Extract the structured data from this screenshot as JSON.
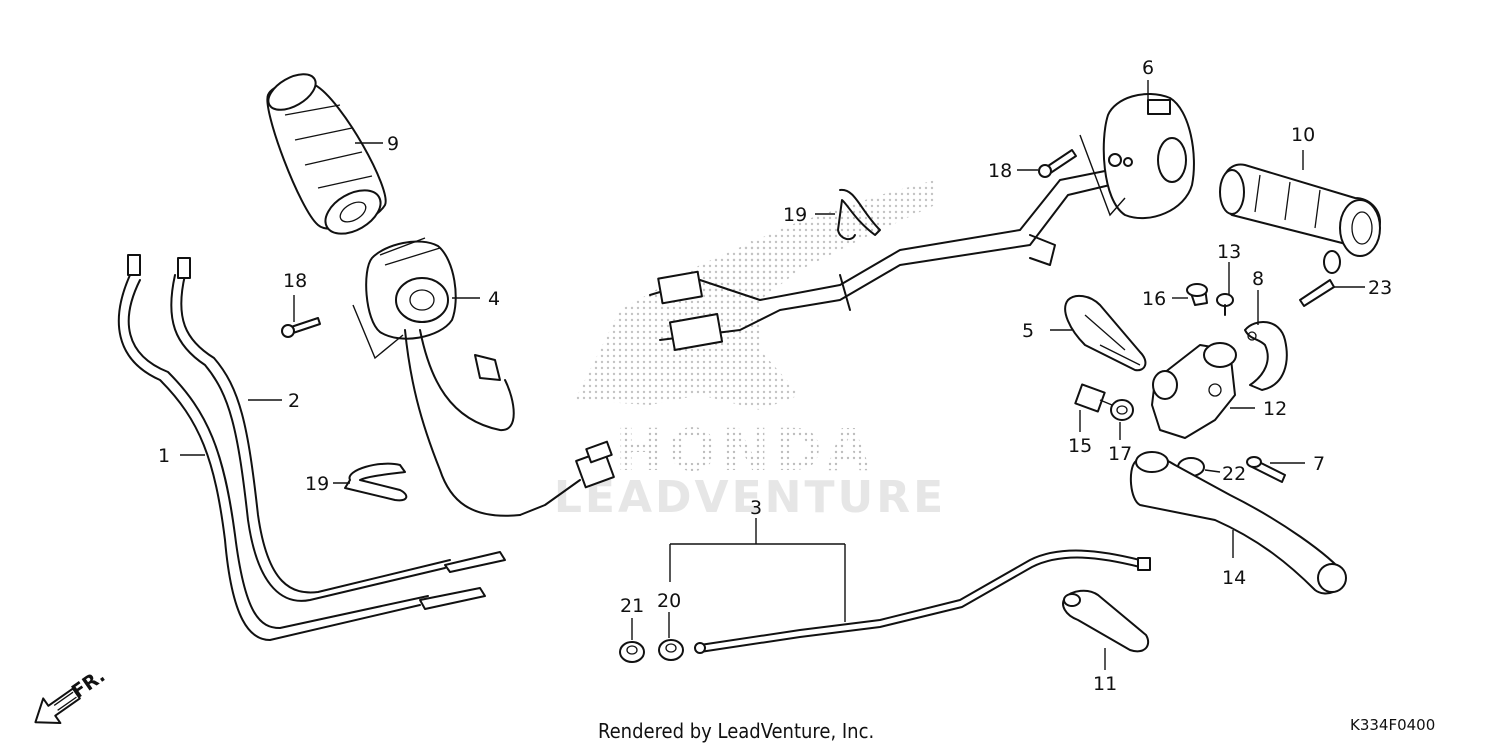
{
  "diagram": {
    "callouts": [
      {
        "id": "c1",
        "text": "1"
      },
      {
        "id": "c2",
        "text": "2"
      },
      {
        "id": "c3",
        "text": "3"
      },
      {
        "id": "c4",
        "text": "4"
      },
      {
        "id": "c5",
        "text": "5"
      },
      {
        "id": "c6",
        "text": "6"
      },
      {
        "id": "c7",
        "text": "7"
      },
      {
        "id": "c8",
        "text": "8"
      },
      {
        "id": "c9",
        "text": "9"
      },
      {
        "id": "c10",
        "text": "10"
      },
      {
        "id": "c11",
        "text": "11"
      },
      {
        "id": "c12",
        "text": "12"
      },
      {
        "id": "c13",
        "text": "13"
      },
      {
        "id": "c14",
        "text": "14"
      },
      {
        "id": "c15",
        "text": "15"
      },
      {
        "id": "c16",
        "text": "16"
      },
      {
        "id": "c17",
        "text": "17"
      },
      {
        "id": "c18a",
        "text": "18"
      },
      {
        "id": "c18b",
        "text": "18"
      },
      {
        "id": "c19a",
        "text": "19"
      },
      {
        "id": "c19b",
        "text": "19"
      },
      {
        "id": "c20",
        "text": "20"
      },
      {
        "id": "c21",
        "text": "21"
      },
      {
        "id": "c22",
        "text": "22"
      },
      {
        "id": "c23",
        "text": "23"
      }
    ],
    "direction_marker": "FR.",
    "watermark_brand": "HONDA",
    "watermark_text": "LEADVENTURE",
    "credit": "Rendered by LeadVenture, Inc.",
    "diagram_code": "K334F0400"
  },
  "colors": {
    "line": "#111111",
    "watermark_dots": "#bdbdbd",
    "watermark_text": "#e6e6e6"
  }
}
